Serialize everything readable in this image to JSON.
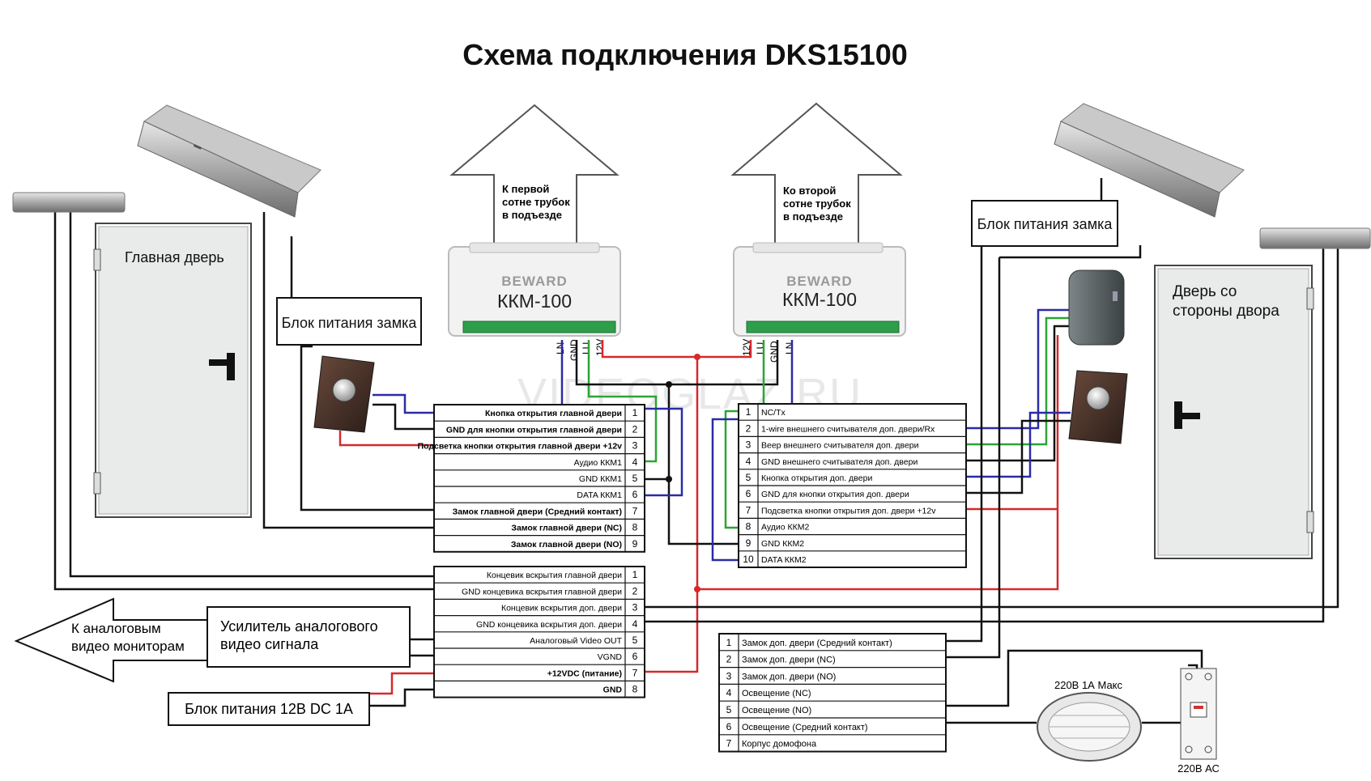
{
  "title": "Схема подключения DKS15100",
  "arrows": {
    "left_up": [
      "К первой",
      "сотне трубок",
      "в подъезде"
    ],
    "right_up": [
      "Ко второй",
      "сотне трубок",
      "в подъезде"
    ],
    "to_monitors": [
      "К аналоговым",
      "видео мониторам"
    ]
  },
  "modules": {
    "brand": "BEWARD",
    "left": {
      "name": "ККМ-100",
      "pins": [
        "LN",
        "GND",
        "LU",
        "12V"
      ]
    },
    "right": {
      "name": "ККМ-100",
      "pins": [
        "12V",
        "LU",
        "GND",
        "LN"
      ]
    }
  },
  "labels": {
    "main_door": "Главная дверь",
    "yard_door": [
      "Дверь со",
      "стороны двора"
    ],
    "psu_left": "Блок питания замка",
    "psu_right": "Блок питания замка",
    "amplifier": [
      "Усилитель аналогового",
      "видео сигнала"
    ],
    "psu_12v": "Блок питания 12В DC 1А",
    "lamp": "220В 1А Макс",
    "breaker": "220В АС",
    "watermark": "VIDEOGLAZ.RU"
  },
  "terminal_a": [
    {
      "n": "1",
      "t": "Кнопка открытия главной двери"
    },
    {
      "n": "2",
      "t": "GND для кнопки открытия главной двери"
    },
    {
      "n": "3",
      "t": "Подсветка кнопки открытия главной двери +12v"
    },
    {
      "n": "4",
      "t": "Аудио ККМ1"
    },
    {
      "n": "5",
      "t": "GND ККМ1"
    },
    {
      "n": "6",
      "t": "DATA ККМ1"
    },
    {
      "n": "7",
      "t": "Замок главной двери (Средний контакт)"
    },
    {
      "n": "8",
      "t": "Замок главной двери (NC)"
    },
    {
      "n": "9",
      "t": "Замок главной двери (NO)"
    }
  ],
  "terminal_b": [
    {
      "n": "1",
      "t": "NC/Tx"
    },
    {
      "n": "2",
      "t": "1-wire внешнего считывателя доп. двери/Rx"
    },
    {
      "n": "3",
      "t": "Веер внешнего считывателя доп. двери"
    },
    {
      "n": "4",
      "t": "GND внешнего считывателя доп. двери"
    },
    {
      "n": "5",
      "t": "Кнопка открытия доп. двери"
    },
    {
      "n": "6",
      "t": "GND для кнопки открытия доп. двери"
    },
    {
      "n": "7",
      "t": "Подсветка кнопки открытия доп. двери +12v"
    },
    {
      "n": "8",
      "t": "Аудио ККМ2"
    },
    {
      "n": "9",
      "t": "GND ККМ2"
    },
    {
      "n": "10",
      "t": "DATA ККМ2"
    }
  ],
  "terminal_c": [
    {
      "n": "1",
      "t": "Концевик вскрытия главной двери"
    },
    {
      "n": "2",
      "t": "GND концевика вскрытия главной двери"
    },
    {
      "n": "3",
      "t": "Концевик вскрытия доп. двери"
    },
    {
      "n": "4",
      "t": "GND концевика вскрытия доп. двери"
    },
    {
      "n": "5",
      "t": "Аналоговый Video OUT"
    },
    {
      "n": "6",
      "t": "VGND"
    },
    {
      "n": "7",
      "t": "+12VDC (питание)"
    },
    {
      "n": "8",
      "t": "GND"
    }
  ],
  "terminal_d": [
    {
      "n": "1",
      "t": "Замок доп. двери (Средний контакт)"
    },
    {
      "n": "2",
      "t": "Замок  доп. двери (NC)"
    },
    {
      "n": "3",
      "t": "Замок доп. двери (NO)"
    },
    {
      "n": "4",
      "t": "Освещение (NC)"
    },
    {
      "n": "5",
      "t": "Освещение  (NO)"
    },
    {
      "n": "6",
      "t": "Освещение  (Средний контакт)"
    },
    {
      "n": "7",
      "t": "Корпус домофона"
    }
  ],
  "colors": {
    "red": "#d42a2a",
    "green": "#2aa534",
    "blue": "#2b2ba6",
    "black": "#111111"
  }
}
